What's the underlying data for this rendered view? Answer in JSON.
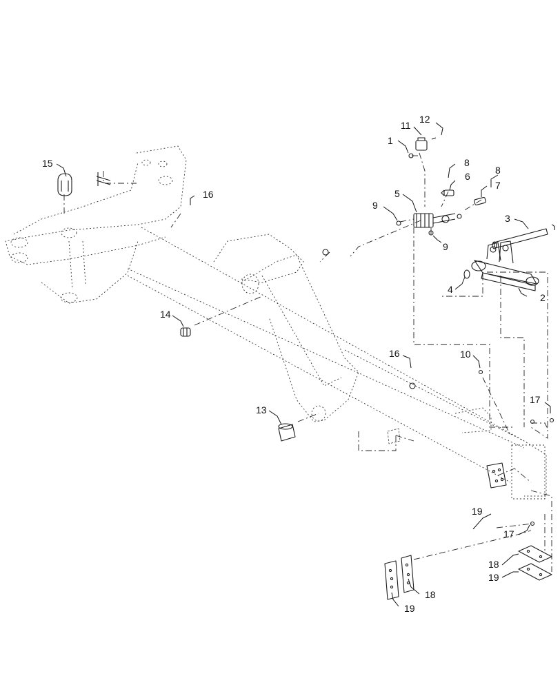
{
  "diagram": {
    "callouts": [
      {
        "id": "c1",
        "label": "1"
      },
      {
        "id": "c2",
        "label": "2"
      },
      {
        "id": "c3",
        "label": "3"
      },
      {
        "id": "c4",
        "label": "4"
      },
      {
        "id": "c5",
        "label": "5"
      },
      {
        "id": "c6",
        "label": "6"
      },
      {
        "id": "c7",
        "label": "7"
      },
      {
        "id": "c8a",
        "label": "8"
      },
      {
        "id": "c8b",
        "label": "8"
      },
      {
        "id": "c9a",
        "label": "9"
      },
      {
        "id": "c9b",
        "label": "9"
      },
      {
        "id": "c10",
        "label": "10"
      },
      {
        "id": "c11",
        "label": "11"
      },
      {
        "id": "c12",
        "label": "12"
      },
      {
        "id": "c13",
        "label": "13"
      },
      {
        "id": "c14",
        "label": "14"
      },
      {
        "id": "c15",
        "label": "15"
      },
      {
        "id": "c16a",
        "label": "16"
      },
      {
        "id": "c16b",
        "label": "16"
      },
      {
        "id": "c17a",
        "label": "17"
      },
      {
        "id": "c17b",
        "label": "17"
      },
      {
        "id": "c18a",
        "label": "18"
      },
      {
        "id": "c18b",
        "label": "18"
      },
      {
        "id": "c19a",
        "label": "19"
      },
      {
        "id": "c19b",
        "label": "19"
      },
      {
        "id": "c19c",
        "label": "19"
      }
    ]
  }
}
